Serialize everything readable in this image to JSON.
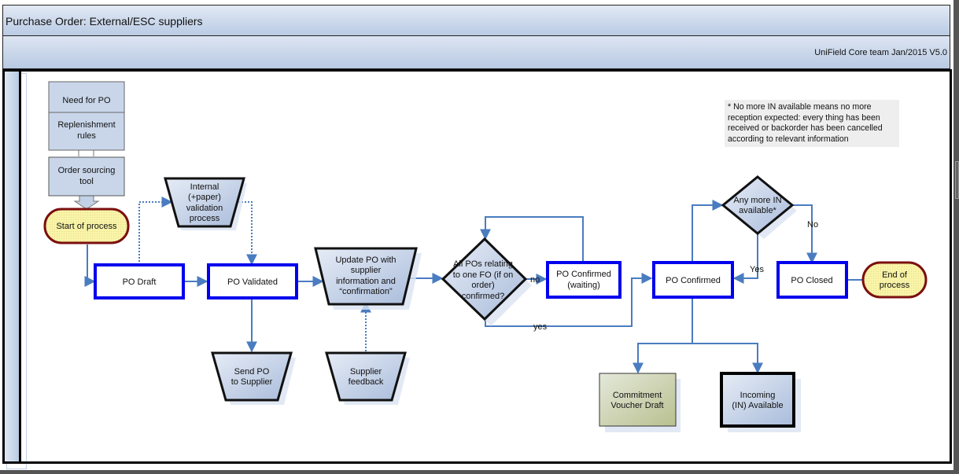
{
  "header": {
    "title": "Purchase Order: External/ESC suppliers",
    "credit": "UniField Core team Jan/2015 V5.0"
  },
  "note": "* No more IN available means no more reception expected: every thing has been received or backorder has been cancelled according to relevant information",
  "nodes": {
    "need_for_po": [
      "Need for PO"
    ],
    "replenishment_rules": [
      "Replenishment",
      "rules"
    ],
    "order_sourcing_tool": [
      "Order sourcing",
      "tool"
    ],
    "start_of_process": [
      "Start of process"
    ],
    "po_draft": [
      "PO Draft"
    ],
    "internal_validation": [
      "Internal",
      "(+paper)",
      "validation",
      "process"
    ],
    "po_validated": [
      "PO Validated"
    ],
    "send_po_to_supplier": [
      "Send PO",
      "to Supplier"
    ],
    "update_po": [
      "Update PO with",
      "supplier",
      "information and",
      "“confirmation”"
    ],
    "supplier_feedback": [
      "Supplier",
      "feedback"
    ],
    "all_pos_confirmed": [
      "All POs relating",
      "to one FO (if on",
      "order)",
      "confirmed?"
    ],
    "po_confirmed_waiting": [
      "PO Confirmed",
      "(waiting)"
    ],
    "po_confirmed": [
      "PO Confirmed"
    ],
    "any_more_in": [
      "Any more IN",
      "available*"
    ],
    "po_closed": [
      "PO Closed"
    ],
    "end_of_process": [
      "End of",
      "process"
    ],
    "commitment_voucher_draft": [
      "Commitment",
      "Voucher Draft"
    ],
    "incoming_available": [
      "Incoming",
      "(IN) Available"
    ]
  },
  "edge_labels": {
    "no_lower": "no",
    "yes_lower": "yes",
    "yes": "Yes",
    "no": "No"
  },
  "colors": {
    "state_border": "#0000ee",
    "connector": "#4a7cc0",
    "terminator_fill": "#f7f29c",
    "terminator_border": "#7b0f0f",
    "process_fill": "#c3d1e6",
    "voucher_fill": "#c7cda6"
  }
}
